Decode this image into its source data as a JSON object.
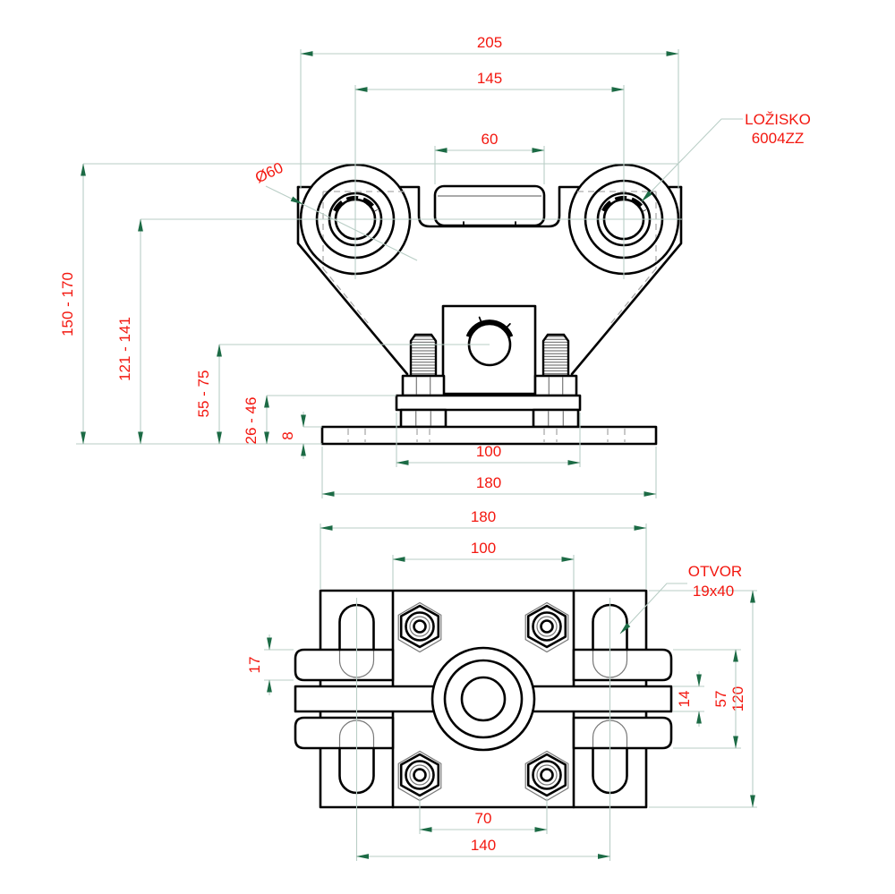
{
  "drawing_type": "technical drawing - sliding gate trolley, front view and plan view",
  "colors": {
    "part_line": "#000000",
    "dimension_line": "#b9cec6",
    "arrow": "#1c6b45",
    "dimension_text": "#f3170f",
    "hidden_line": "#ababab",
    "background": "#ffffff"
  },
  "front_view": {
    "dims": {
      "total_width": "205",
      "wheel_spacing": "145",
      "rail_width": "60",
      "wheel_diameter": "Ø60",
      "total_height": "150 - 170",
      "axle_center_height": "121 - 141",
      "shaft_center_height": "55 - 75",
      "bracket_height": "26 - 46",
      "plate_thickness": "8",
      "bolt_spacing": "100",
      "plate_width": "180"
    },
    "labels": {
      "bearing_line1": "LOŽISKO",
      "bearing_line2": "6004ZZ"
    }
  },
  "top_view": {
    "dims": {
      "plate_width": "180",
      "body_width": "100",
      "plate_depth": "120",
      "clamp_outer_span": "57",
      "web_thickness": "14",
      "clamp_width": "17",
      "bolt_spacing": "70",
      "slot_spacing": "140"
    },
    "labels": {
      "slot_line1": "OTVOR",
      "slot_line2": "19x40"
    }
  }
}
